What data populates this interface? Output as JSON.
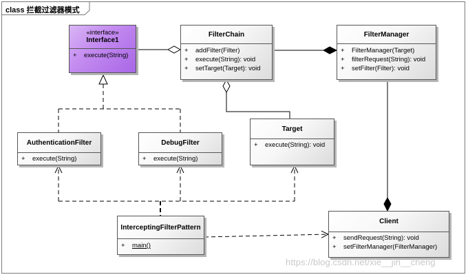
{
  "diagram": {
    "frame_label": "class 拦截过滤器模式"
  },
  "classes": {
    "interface1": {
      "stereotype": "«interface»",
      "name": "Interface1",
      "operations": [
        {
          "visibility": "+",
          "text": "execute(String)"
        }
      ]
    },
    "filter_chain": {
      "name": "FilterChain",
      "operations": [
        {
          "visibility": "+",
          "text": "addFilter(Filter)"
        },
        {
          "visibility": "+",
          "text": "execute(String): void"
        },
        {
          "visibility": "+",
          "text": "setTarget(Target): void"
        }
      ]
    },
    "filter_manager": {
      "name": "FilterManager",
      "operations": [
        {
          "visibility": "+",
          "text": "FilterManager(Target)"
        },
        {
          "visibility": "+",
          "text": "filterRequest(String): void"
        },
        {
          "visibility": "+",
          "text": "setFilter(Filter): void"
        }
      ]
    },
    "authentication_filter": {
      "name": "AuthenticationFilter",
      "operations": [
        {
          "visibility": "+",
          "text": "execute(String)"
        }
      ]
    },
    "debug_filter": {
      "name": "DebugFilter",
      "operations": [
        {
          "visibility": "+",
          "text": "execute(String)"
        }
      ]
    },
    "target": {
      "name": "Target",
      "operations": [
        {
          "visibility": "+",
          "text": "execute(String): void"
        }
      ]
    },
    "intercepting_filter_pattern": {
      "name": "InterceptingFilterPattern",
      "operations": [
        {
          "visibility": "+",
          "text": "main()"
        }
      ]
    },
    "client": {
      "name": "Client",
      "operations": [
        {
          "visibility": "+",
          "text": "sendRequest(String): void"
        },
        {
          "visibility": "+",
          "text": "setFilterManager(FilterManager)"
        }
      ]
    }
  },
  "watermark": "https://blog.csdn.net/xie__jin__cheng",
  "colors": {
    "interface_fill": "#c48cf0",
    "class_fill": "#f3f3f3",
    "line": "#000000"
  }
}
